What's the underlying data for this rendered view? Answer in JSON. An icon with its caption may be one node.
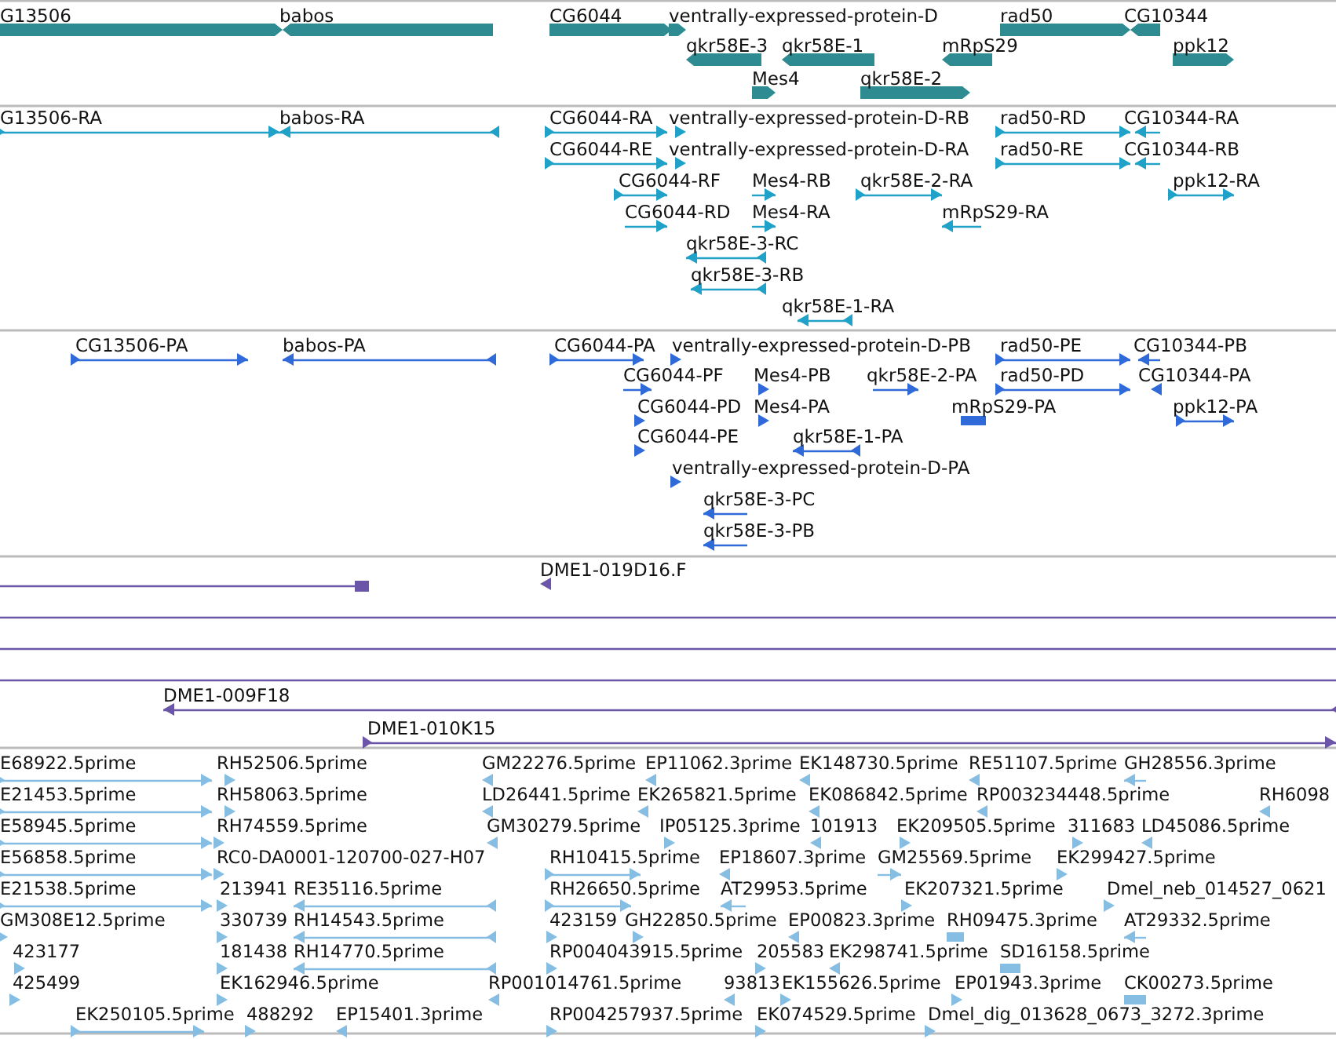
{
  "diagram": {
    "labels": [
      "G13506",
      "babos",
      "CG6044",
      "ventrally-expressed-protein-D",
      "rad50",
      "CG10344",
      "qkr58E-3",
      "qkr58E-1",
      "mRpS29",
      "ppk12",
      "Mes4",
      "qkr58E-2",
      "G13506-RA",
      "babos-RA",
      "CG6044-RA",
      "ventrally-expressed-protein-D-RB",
      "rad50-RD",
      "CG10344-RA",
      "CG6044-RE",
      "ventrally-expressed-protein-D-RA",
      "rad50-RE",
      "CG10344-RB",
      "CG6044-RF",
      "Mes4-RB",
      "qkr58E-2-RA",
      "ppk12-RA",
      "CG6044-RD",
      "Mes4-RA",
      "mRpS29-RA",
      "qkr58E-3-RC",
      "qkr58E-3-RB",
      "qkr58E-1-RA",
      "CG13506-PA",
      "babos-PA",
      "CG6044-PA",
      "ventrally-expressed-protein-D-PB",
      "rad50-PE",
      "CG10344-PB",
      "CG6044-PF",
      "Mes4-PB",
      "qkr58E-2-PA",
      "rad50-PD",
      "CG10344-PA",
      "CG6044-PD",
      "Mes4-PA",
      "mRpS29-PA",
      "ppk12-PA",
      "CG6044-PE",
      "qkr58E-1-PA",
      "ventrally-expressed-protein-D-PA",
      "qkr58E-3-PC",
      "qkr58E-3-PB",
      "DME1-019D16.F",
      "DME1-009F18",
      "DME1-010K15",
      "E68922.5prime",
      "RH52506.5prime",
      "GM22276.5prime",
      "EP11062.3prime",
      "EK148730.5prime",
      "RE51107.5prime",
      "GH28556.3prime",
      "E21453.5prime",
      "RH58063.5prime",
      "LD26441.5prime",
      "EK265821.5prime",
      "EK086842.5prime",
      "RP003234448.5prime",
      "RH6098",
      "E58945.5prime",
      "RH74559.5prime",
      "GM30279.5prime",
      "IP05125.3prime",
      "101913",
      "EK209505.5prime",
      "311683",
      "LD45086.5prime",
      "E56858.5prime",
      "RC0-DA0001-120700-027-H07",
      "RH10415.5prime",
      "EP18607.3prime",
      "GM25569.5prime",
      "EK299427.5prime",
      "E21538.5prime",
      "213941",
      "RE35116.5prime",
      "RH26650.5prime",
      "AT29953.5prime",
      "EK207321.5prime",
      "Dmel_neb_014527_0621",
      "GM308E12.5prime",
      "330739",
      "RH14543.5prime",
      "423159",
      "GH22850.5prime",
      "EP00823.3prime",
      "RH09475.3prime",
      "AT29332.5prime",
      "423177",
      "181438",
      "RH14770.5prime",
      "RP004043915.5prime",
      "205583",
      "EK298741.5prime",
      "SD16158.5prime",
      "425499",
      "EK162946.5prime",
      "RP001014761.5prime",
      "93813",
      "EK155626.5prime",
      "EP01943.3prime",
      "CK00273.5prime",
      "EK250105.5prime",
      "488292",
      "EP15401.3prime",
      "RP004257937.5prime",
      "EK074529.5prime",
      "Dmel_dig_013628_0673_3272.3prime"
    ]
  }
}
